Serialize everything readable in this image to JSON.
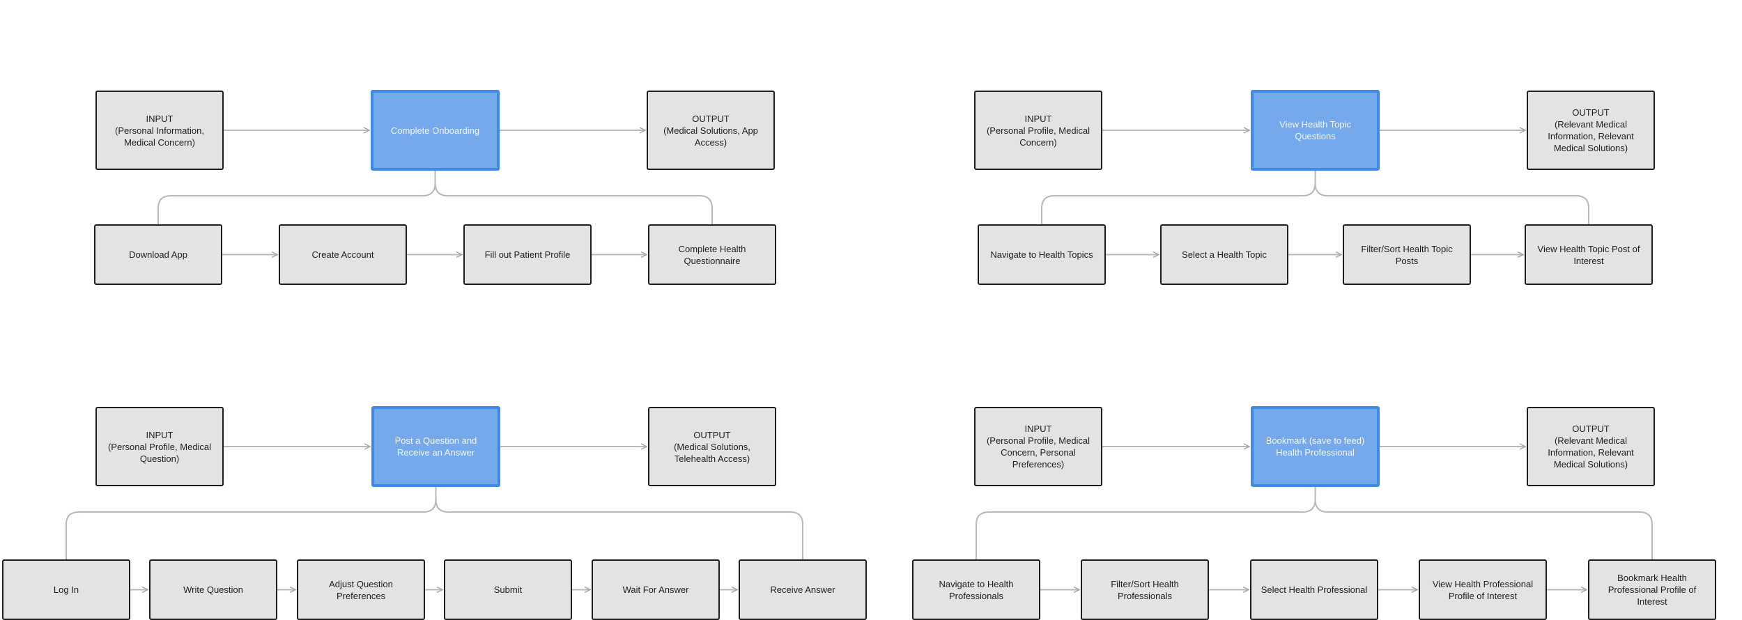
{
  "colors": {
    "box_fill": "#e3e3e3",
    "highlight_fill": "#76a8ec",
    "highlight_border": "#3d8be6",
    "connector": "#b8b8b8"
  },
  "diagrams": [
    {
      "input": "INPUT\n(Personal Information,\nMedical Concern)",
      "action": "Complete Onboarding",
      "output": "OUTPUT\n(Medical Solutions, App\nAccess)",
      "steps": [
        "Download App",
        "Create Account",
        "Fill out Patient Profile",
        "Complete Health\nQuestionnaire"
      ]
    },
    {
      "input": "INPUT\n(Personal Profile, Medical\nConcern)",
      "action": "View Health Topic\nQuestions",
      "output": "OUTPUT\n(Relevant Medical\nInformation, Relevant\nMedical Solutions)",
      "steps": [
        "Navigate to Health Topics",
        "Select a Health Topic",
        "Filter/Sort Health Topic\nPosts",
        "View Health Topic Post of\nInterest"
      ]
    },
    {
      "input": "INPUT\n(Personal Profile, Medical\nQuestion)",
      "action": "Post a Question and\nReceive an Answer",
      "output": "OUTPUT\n(Medical Solutions,\nTelehealth Access)",
      "steps": [
        "Log In",
        "Write Question",
        "Adjust Question\nPreferences",
        "Submit",
        "Wait For Answer",
        "Receive Answer"
      ]
    },
    {
      "input": "INPUT\n(Personal Profile, Medical\nConcern, Personal\nPreferences)",
      "action": "Bookmark (save to feed)\nHealth Professional",
      "output": "OUTPUT\n(Relevant Medical\nInformation, Relevant\nMedical Solutions)",
      "steps": [
        "Navigate to Health\nProfessionals",
        "Filter/Sort Health\nProfessionals",
        "Select Health Professional",
        "View Health Professional\nProfile of Interest",
        "Bookmark Health\nProfessional Profile of\nInterest"
      ]
    }
  ]
}
